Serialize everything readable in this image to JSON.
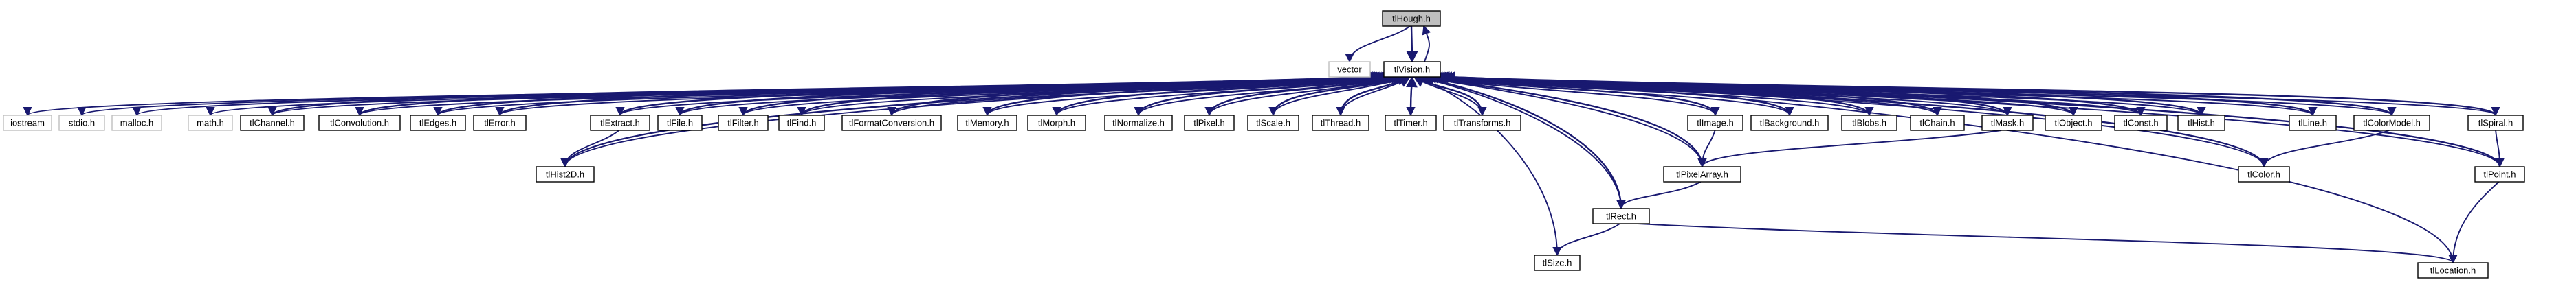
{
  "diagram": {
    "nodes": [
      {
        "id": "tlHough",
        "label": "tlHough.h",
        "kind": "root"
      },
      {
        "id": "vector",
        "label": "vector",
        "kind": "system"
      },
      {
        "id": "tlVision",
        "label": "tlVision.h",
        "kind": "file"
      },
      {
        "id": "iostream",
        "label": "iostream",
        "kind": "system"
      },
      {
        "id": "stdio",
        "label": "stdio.h",
        "kind": "system"
      },
      {
        "id": "malloc",
        "label": "malloc.h",
        "kind": "system"
      },
      {
        "id": "math",
        "label": "math.h",
        "kind": "system"
      },
      {
        "id": "tlChannel",
        "label": "tlChannel.h",
        "kind": "file"
      },
      {
        "id": "tlConvolution",
        "label": "tlConvolution.h",
        "kind": "file"
      },
      {
        "id": "tlEdges",
        "label": "tlEdges.h",
        "kind": "file"
      },
      {
        "id": "tlError",
        "label": "tlError.h",
        "kind": "file"
      },
      {
        "id": "tlExtract",
        "label": "tlExtract.h",
        "kind": "file"
      },
      {
        "id": "tlFile",
        "label": "tlFile.h",
        "kind": "file"
      },
      {
        "id": "tlFilter",
        "label": "tlFilter.h",
        "kind": "file"
      },
      {
        "id": "tlFind",
        "label": "tlFind.h",
        "kind": "file"
      },
      {
        "id": "tlFormatConversion",
        "label": "tlFormatConversion.h",
        "kind": "file"
      },
      {
        "id": "tlMemory",
        "label": "tlMemory.h",
        "kind": "file"
      },
      {
        "id": "tlMorph",
        "label": "tlMorph.h",
        "kind": "file"
      },
      {
        "id": "tlNormalize",
        "label": "tlNormalize.h",
        "kind": "file"
      },
      {
        "id": "tlPixel",
        "label": "tlPixel.h",
        "kind": "file"
      },
      {
        "id": "tlScale",
        "label": "tlScale.h",
        "kind": "file"
      },
      {
        "id": "tlThread",
        "label": "tlThread.h",
        "kind": "file"
      },
      {
        "id": "tlTimer",
        "label": "tlTimer.h",
        "kind": "file"
      },
      {
        "id": "tlTransforms",
        "label": "tlTransforms.h",
        "kind": "file"
      },
      {
        "id": "tlImage",
        "label": "tlImage.h",
        "kind": "file"
      },
      {
        "id": "tlBackground",
        "label": "tlBackground.h",
        "kind": "file"
      },
      {
        "id": "tlBlobs",
        "label": "tlBlobs.h",
        "kind": "file"
      },
      {
        "id": "tlChain",
        "label": "tlChain.h",
        "kind": "file"
      },
      {
        "id": "tlMask",
        "label": "tlMask.h",
        "kind": "file"
      },
      {
        "id": "tlObject",
        "label": "tlObject.h",
        "kind": "file"
      },
      {
        "id": "tlConst",
        "label": "tlConst.h",
        "kind": "file"
      },
      {
        "id": "tlHist",
        "label": "tlHist.h",
        "kind": "file"
      },
      {
        "id": "tlLine",
        "label": "tlLine.h",
        "kind": "file"
      },
      {
        "id": "tlColorModel",
        "label": "tlColorModel.h",
        "kind": "file"
      },
      {
        "id": "tlSpiral",
        "label": "tlSpiral.h",
        "kind": "file"
      },
      {
        "id": "tlHist2D",
        "label": "tlHist2D.h",
        "kind": "file"
      },
      {
        "id": "tlPixelArray",
        "label": "tlPixelArray.h",
        "kind": "file"
      },
      {
        "id": "tlColor",
        "label": "tlColor.h",
        "kind": "file"
      },
      {
        "id": "tlPoint",
        "label": "tlPoint.h",
        "kind": "file"
      },
      {
        "id": "tlRect",
        "label": "tlRect.h",
        "kind": "file"
      },
      {
        "id": "tlSize",
        "label": "tlSize.h",
        "kind": "file"
      },
      {
        "id": "tlLocation",
        "label": "tlLocation.h",
        "kind": "file"
      }
    ],
    "edges": [
      [
        "tlHough",
        "vector"
      ],
      [
        "tlHough",
        "tlVision"
      ],
      [
        "tlVision",
        "tlHough"
      ],
      [
        "tlVision",
        "iostream"
      ],
      [
        "tlVision",
        "stdio"
      ],
      [
        "tlVision",
        "malloc"
      ],
      [
        "tlVision",
        "math"
      ],
      [
        "tlVision",
        "tlChannel"
      ],
      [
        "tlVision",
        "tlConvolution"
      ],
      [
        "tlVision",
        "tlEdges"
      ],
      [
        "tlVision",
        "tlError"
      ],
      [
        "tlVision",
        "tlExtract"
      ],
      [
        "tlVision",
        "tlFile"
      ],
      [
        "tlVision",
        "tlFilter"
      ],
      [
        "tlVision",
        "tlFind"
      ],
      [
        "tlVision",
        "tlFormatConversion"
      ],
      [
        "tlVision",
        "tlMemory"
      ],
      [
        "tlVision",
        "tlMorph"
      ],
      [
        "tlVision",
        "tlNormalize"
      ],
      [
        "tlVision",
        "tlPixel"
      ],
      [
        "tlVision",
        "tlScale"
      ],
      [
        "tlVision",
        "tlThread"
      ],
      [
        "tlVision",
        "tlTimer"
      ],
      [
        "tlVision",
        "tlTransforms"
      ],
      [
        "tlVision",
        "tlImage"
      ],
      [
        "tlVision",
        "tlBackground"
      ],
      [
        "tlVision",
        "tlBlobs"
      ],
      [
        "tlVision",
        "tlChain"
      ],
      [
        "tlVision",
        "tlMask"
      ],
      [
        "tlVision",
        "tlObject"
      ],
      [
        "tlVision",
        "tlConst"
      ],
      [
        "tlVision",
        "tlHist"
      ],
      [
        "tlVision",
        "tlLine"
      ],
      [
        "tlVision",
        "tlColorModel"
      ],
      [
        "tlVision",
        "tlSpiral"
      ],
      [
        "tlVision",
        "tlHist2D"
      ],
      [
        "tlVision",
        "tlPixelArray"
      ],
      [
        "tlVision",
        "tlColor"
      ],
      [
        "tlVision",
        "tlPoint"
      ],
      [
        "tlVision",
        "tlRect"
      ],
      [
        "tlVision",
        "tlSize"
      ],
      [
        "tlVision",
        "tlLocation"
      ],
      [
        "tlChannel",
        "tlVision"
      ],
      [
        "tlConvolution",
        "tlVision"
      ],
      [
        "tlEdges",
        "tlVision"
      ],
      [
        "tlError",
        "tlVision"
      ],
      [
        "tlExtract",
        "tlVision"
      ],
      [
        "tlFile",
        "tlVision"
      ],
      [
        "tlFilter",
        "tlVision"
      ],
      [
        "tlFind",
        "tlVision"
      ],
      [
        "tlFormatConversion",
        "tlVision"
      ],
      [
        "tlMemory",
        "tlVision"
      ],
      [
        "tlMorph",
        "tlVision"
      ],
      [
        "tlNormalize",
        "tlVision"
      ],
      [
        "tlPixel",
        "tlVision"
      ],
      [
        "tlScale",
        "tlVision"
      ],
      [
        "tlThread",
        "tlVision"
      ],
      [
        "tlTimer",
        "tlVision"
      ],
      [
        "tlTransforms",
        "tlVision"
      ],
      [
        "tlImage",
        "tlVision"
      ],
      [
        "tlBackground",
        "tlVision"
      ],
      [
        "tlBlobs",
        "tlVision"
      ],
      [
        "tlChain",
        "tlVision"
      ],
      [
        "tlMask",
        "tlVision"
      ],
      [
        "tlObject",
        "tlVision"
      ],
      [
        "tlConst",
        "tlVision"
      ],
      [
        "tlHist",
        "tlVision"
      ],
      [
        "tlLine",
        "tlVision"
      ],
      [
        "tlColorModel",
        "tlVision"
      ],
      [
        "tlSpiral",
        "tlVision"
      ],
      [
        "tlHist2D",
        "tlVision"
      ],
      [
        "tlPixelArray",
        "tlVision"
      ],
      [
        "tlColor",
        "tlVision"
      ],
      [
        "tlPoint",
        "tlVision"
      ],
      [
        "tlRect",
        "tlVision"
      ],
      [
        "tlExtract",
        "tlHist2D"
      ],
      [
        "tlImage",
        "tlPixelArray"
      ],
      [
        "tlMask",
        "tlPixelArray"
      ],
      [
        "tlColorModel",
        "tlColor"
      ],
      [
        "tlSpiral",
        "tlPoint"
      ],
      [
        "tlPixelArray",
        "tlRect"
      ],
      [
        "tlPoint",
        "tlLocation"
      ],
      [
        "tlRect",
        "tlSize"
      ],
      [
        "tlRect",
        "tlLocation"
      ]
    ]
  }
}
